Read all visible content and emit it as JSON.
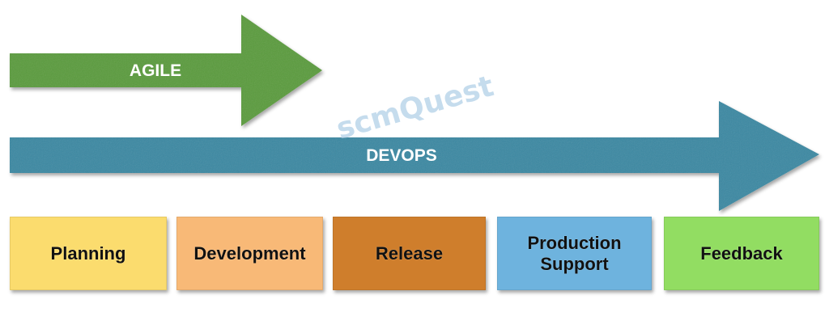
{
  "diagram": {
    "agile_label": "AGILE",
    "devops_label": "DEVOPS",
    "watermark": "scmQuest",
    "colors": {
      "agile_arrow": "#5a9b3c",
      "devops_arrow": "#3a88a2",
      "watermark": "#bcd6ea"
    },
    "stages": [
      {
        "lines": [
          "Planning"
        ],
        "color": "#fbdc6e"
      },
      {
        "lines": [
          "Development"
        ],
        "color": "#f8b977"
      },
      {
        "lines": [
          "Release"
        ],
        "color": "#cf7e2c"
      },
      {
        "lines": [
          "Production",
          "Support"
        ],
        "color": "#6eb3de"
      },
      {
        "lines": [
          "Feedback"
        ],
        "color": "#92dd62"
      }
    ]
  }
}
